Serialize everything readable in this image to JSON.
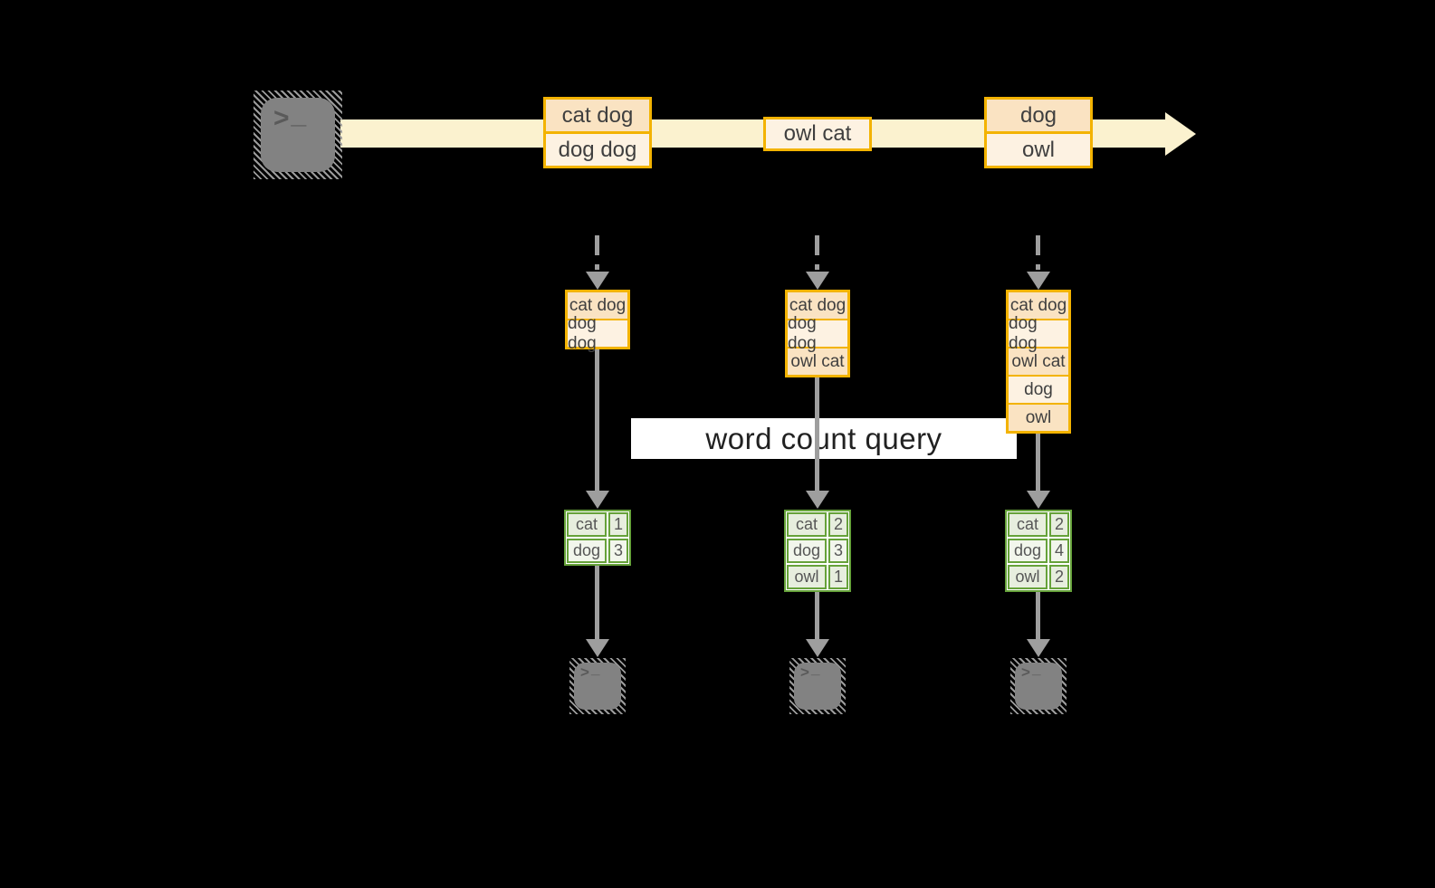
{
  "query": {
    "label": "word count query"
  },
  "prompt": {
    "chevron": ">",
    "underscore": "_"
  },
  "stream": {
    "messages": [
      {
        "lines": [
          "cat dog",
          "dog dog"
        ]
      },
      {
        "lines": [
          "owl cat"
        ]
      },
      {
        "lines": [
          "dog",
          "owl"
        ]
      }
    ]
  },
  "pipelines": [
    {
      "buffer": [
        "cat dog",
        "dog dog"
      ],
      "counts": [
        {
          "word": "cat",
          "count": "1"
        },
        {
          "word": "dog",
          "count": "3"
        }
      ]
    },
    {
      "buffer": [
        "cat dog",
        "dog dog",
        "owl cat"
      ],
      "counts": [
        {
          "word": "cat",
          "count": "2"
        },
        {
          "word": "dog",
          "count": "3"
        },
        {
          "word": "owl",
          "count": "1"
        }
      ]
    },
    {
      "buffer": [
        "cat dog",
        "dog dog",
        "owl cat",
        "dog",
        "owl"
      ],
      "counts": [
        {
          "word": "cat",
          "count": "2"
        },
        {
          "word": "dog",
          "count": "4"
        },
        {
          "word": "owl",
          "count": "2"
        }
      ]
    }
  ],
  "icons": {
    "source": "terminal-icon",
    "output": "terminal-icon"
  },
  "colors": {
    "background": "#000000",
    "stream_band": "#FBF2CF",
    "box_border": "#F3B300",
    "box_fill_dark": "#FAE3C2",
    "box_fill_light": "#FDF2E2",
    "table_border": "#66A23A",
    "table_fill_dark": "#E7EEDE",
    "table_fill_light": "#F2F6EC",
    "arrow_gray": "#9E9E9E",
    "terminal_gray": "#828282",
    "query_bg": "#FFFFFF",
    "text_dark": "#3F3F3F"
  }
}
